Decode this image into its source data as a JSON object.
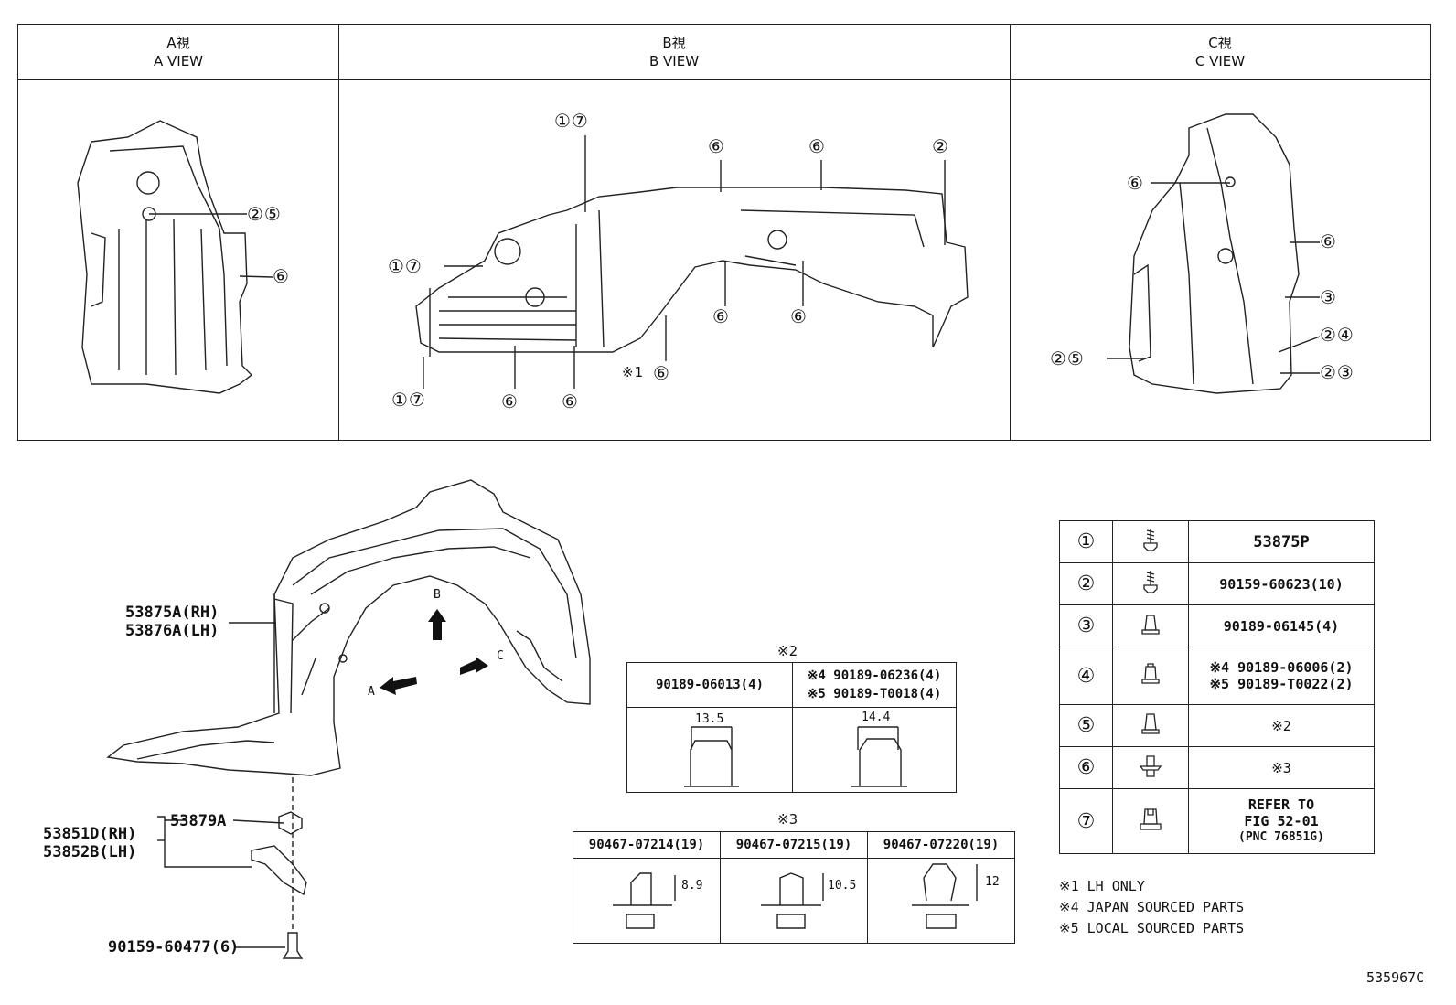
{
  "views": [
    {
      "jp": "A視",
      "en": "A VIEW"
    },
    {
      "jp": "B視",
      "en": "B VIEW"
    },
    {
      "jp": "C視",
      "en": "C VIEW"
    }
  ],
  "view_a_callouts": [
    "②⑤",
    "⑥"
  ],
  "view_b_callouts": [
    "①⑦",
    "⑥",
    "⑥",
    "②",
    "①⑦",
    "⑥",
    "⑥",
    "①⑦",
    "⑥",
    "⑥",
    "※1",
    "⑥"
  ],
  "view_c_callouts": [
    "⑥",
    "⑥",
    "③",
    "②④",
    "②⑤",
    "②③"
  ],
  "main_parts": {
    "liner_rh": "53875A(RH)",
    "liner_lh": "53876A(LH)",
    "arrow_a": "A",
    "arrow_b": "B",
    "arrow_c": "C",
    "bracket_rh": "53851D(RH)",
    "bracket_lh": "53852B(LH)",
    "clip": "53879A",
    "screw": "90159-60477(6)"
  },
  "note2": {
    "mark": "※2",
    "col1": "90189-06013(4)",
    "col2_line1": "※4 90189-06236(4)",
    "col2_line2": "※5 90189-T0018(4)",
    "dim1": "13.5",
    "dim2": "14.4"
  },
  "note3": {
    "mark": "※3",
    "cols": [
      "90467-07214(19)",
      "90467-07215(19)",
      "90467-07220(19)"
    ],
    "dims": [
      "8.9",
      "10.5",
      "12"
    ]
  },
  "legend": [
    {
      "num": "①",
      "icon": "screw-icon",
      "part": "53875P"
    },
    {
      "num": "②",
      "icon": "screw-icon",
      "part": "90159-60623(10)"
    },
    {
      "num": "③",
      "icon": "nut-icon",
      "part": "90189-06145(4)"
    },
    {
      "num": "④",
      "icon": "nut-icon",
      "part_line1": "※4 90189-06006(2)",
      "part_line2": "※5 90189-T0022(2)"
    },
    {
      "num": "⑤",
      "icon": "nut-icon",
      "part": "※2"
    },
    {
      "num": "⑥",
      "icon": "clip-icon",
      "part": "※3"
    },
    {
      "num": "⑦",
      "icon": "retainer-icon",
      "part_line1": "REFER TO",
      "part_line2": "FIG 52-01",
      "part_line3": "(PNC 76851G)"
    }
  ],
  "footnotes": [
    "※1 LH ONLY",
    "※4 JAPAN SOURCED PARTS",
    "※5 LOCAL SOURCED PARTS"
  ],
  "drawing_id": "535967C"
}
